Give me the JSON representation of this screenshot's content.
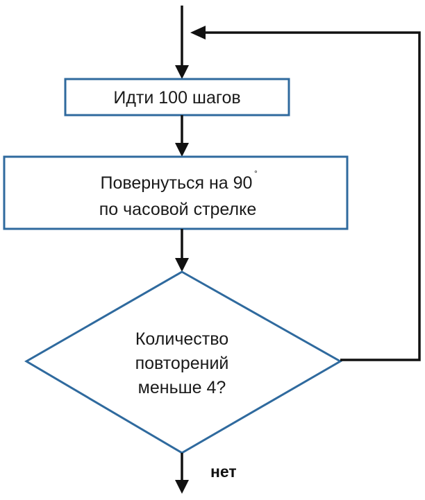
{
  "nodes": {
    "step_walk": {
      "text": "Идти 100 шагов"
    },
    "step_turn": {
      "line1": "Повернуться на 90",
      "degree_mark": "°",
      "line2": "по часовой стрелке"
    },
    "decision": {
      "line1": "Количество",
      "line2": "повторений",
      "line3": "меньше 4?"
    }
  },
  "edges": {
    "exit_label": "нет"
  },
  "colors": {
    "box_border": "#2f6a9e",
    "arrow": "#111111",
    "text": "#1a1a1a"
  }
}
